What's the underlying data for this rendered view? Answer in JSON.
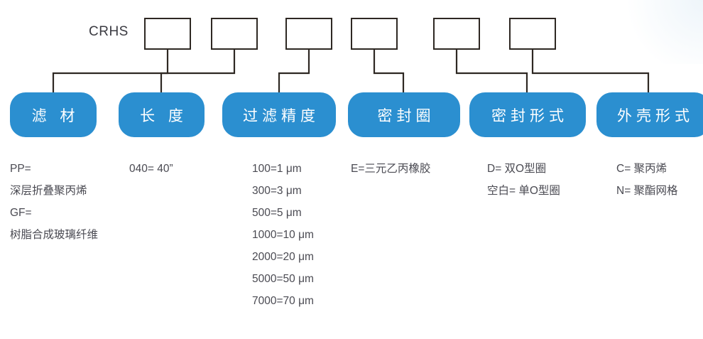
{
  "diagram": {
    "prefix_label": "CRHS",
    "accent_color": "#2b8fd0",
    "line_color": "#2e2823",
    "text_color": "#4a4a52",
    "code_boxes": [
      {
        "name": "code-box-1",
        "value": ""
      },
      {
        "name": "code-box-2",
        "value": ""
      },
      {
        "name": "code-box-3",
        "value": ""
      },
      {
        "name": "code-box-4",
        "value": ""
      },
      {
        "name": "code-box-5",
        "value": ""
      },
      {
        "name": "code-box-6",
        "value": ""
      }
    ],
    "categories": [
      {
        "label": "滤 材"
      },
      {
        "label": "长 度"
      },
      {
        "label": "过滤精度"
      },
      {
        "label": "密封圈"
      },
      {
        "label": "密封形式"
      },
      {
        "label": "外壳形式"
      }
    ],
    "options": [
      {
        "column": "filter-material",
        "items": [
          "PP=",
          "深层折叠聚丙烯",
          "GF=",
          "树脂合成玻璃纤维"
        ]
      },
      {
        "column": "length",
        "items": [
          "040= 40”"
        ]
      },
      {
        "column": "filtration-precision",
        "items": [
          "100=1 μm",
          "300=3 μm",
          "500=5 μm",
          "1000=10 μm",
          "2000=20 μm",
          "5000=50 μm",
          "7000=70 μm"
        ]
      },
      {
        "column": "seal-ring",
        "items": [
          "E=三元乙丙橡胶"
        ]
      },
      {
        "column": "seal-type",
        "items": [
          "D= 双O型圈",
          "空白= 单O型圈"
        ]
      },
      {
        "column": "shell-type",
        "items": [
          "C= 聚丙烯",
          "N= 聚酯网格"
        ]
      }
    ]
  }
}
